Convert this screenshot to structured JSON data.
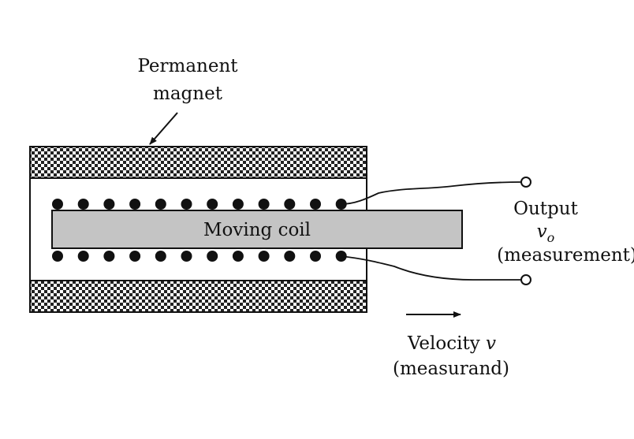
{
  "labels": {
    "magnet_line1": "Permanent",
    "magnet_line2": "magnet",
    "coil": "Moving coil",
    "output_line1": "Output",
    "output_symbol": "v",
    "output_subscript": "o",
    "output_line3": "(measurement)",
    "velocity_text": "Velocity ",
    "velocity_symbol": "v",
    "measurand": "(measurand)"
  },
  "colors": {
    "ink": "#111111",
    "coil_fill": "#c4c4c4",
    "checker_light": "#ffffff",
    "checker_dark": "#222222"
  }
}
